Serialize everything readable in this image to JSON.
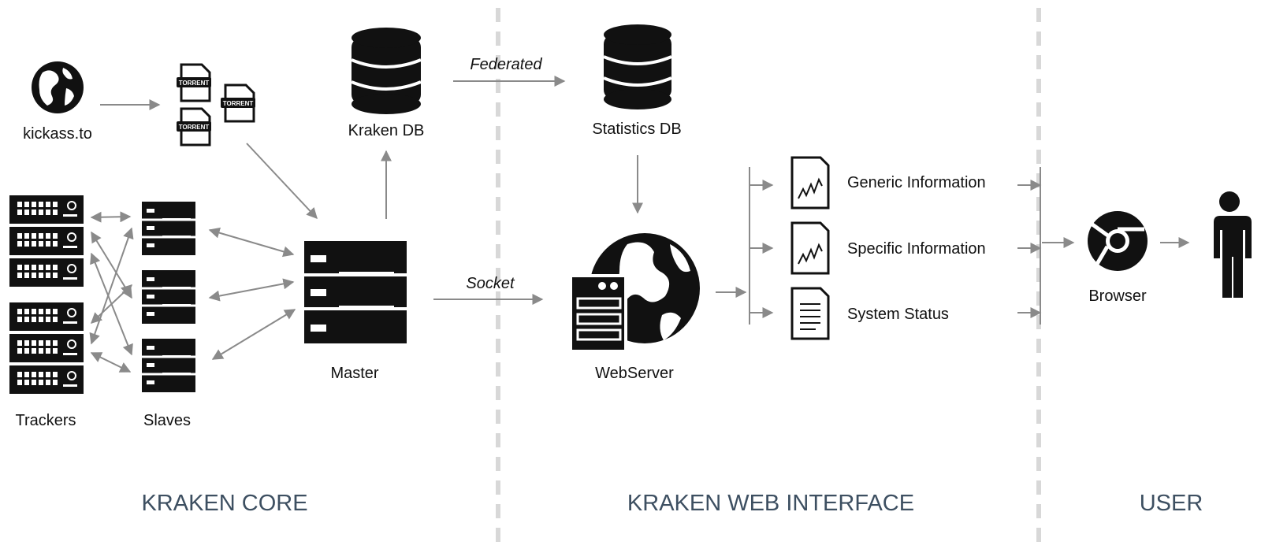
{
  "sections": {
    "core": "KRAKEN CORE",
    "web": "KRAKEN WEB INTERFACE",
    "user": "USER"
  },
  "nodes": {
    "kickass": "kickass.to",
    "torrent_tag": "TORRENT",
    "kraken_db": "Kraken DB",
    "trackers": "Trackers",
    "slaves": "Slaves",
    "master": "Master",
    "statistics_db": "Statistics DB",
    "webserver": "WebServer",
    "generic_info": "Generic Information",
    "specific_info": "Specific Information",
    "system_status": "System Status",
    "browser": "Browser"
  },
  "edges": {
    "federated": "Federated",
    "socket": "Socket"
  },
  "icons": {
    "globe": "globe-icon",
    "torrent_file": "torrent-file-icon",
    "database": "database-icon",
    "rack_server": "rack-server-icon",
    "server": "server-icon",
    "web_server": "web-server-icon",
    "chart_document": "chart-document-icon",
    "text_document": "text-document-icon",
    "chrome": "chrome-browser-icon",
    "person": "person-icon"
  },
  "colors": {
    "section_text": "#3d4f61",
    "arrow": "#8a8a8a",
    "divider": "#d8d8d8"
  }
}
